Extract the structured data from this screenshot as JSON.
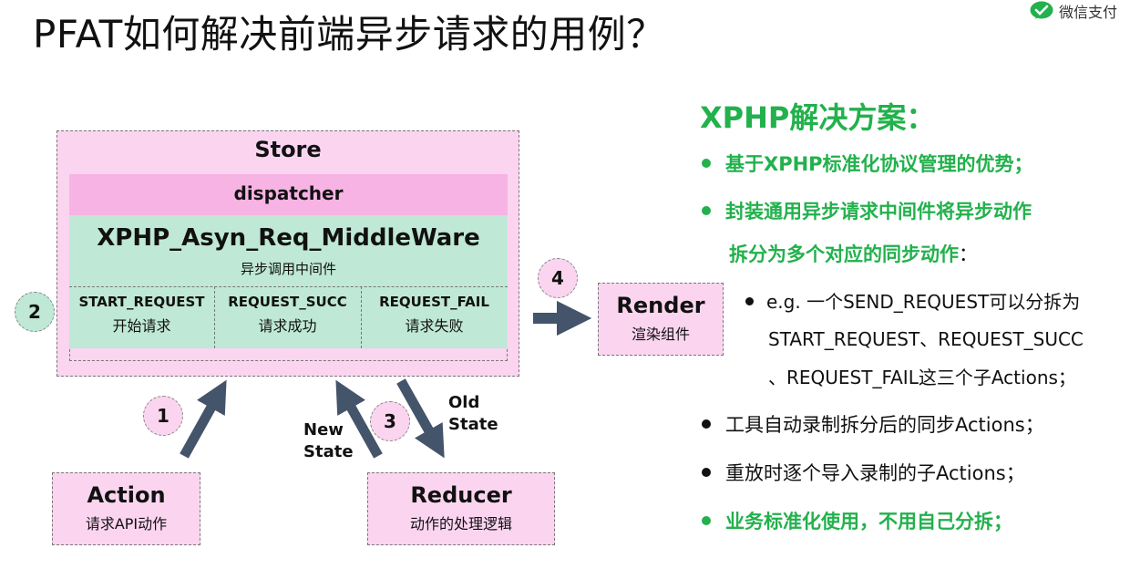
{
  "title": "PFAT如何解决前端异步请求的用例？",
  "brand": {
    "name": "微信支付"
  },
  "diagram": {
    "store": "Store",
    "dispatcher": "dispatcher",
    "middleware": {
      "title": "XPHP_Asyn_Req_MiddleWare",
      "subtitle": "异步调用中间件"
    },
    "actions": [
      {
        "en": "START_REQUEST",
        "zh": "开始请求"
      },
      {
        "en": "REQUEST_SUCC",
        "zh": "请求成功"
      },
      {
        "en": "REQUEST_FAIL",
        "zh": "请求失败"
      }
    ],
    "render": {
      "en": "Render",
      "zh": "渲染组件"
    },
    "action": {
      "en": "Action",
      "zh": "请求API动作"
    },
    "reducer": {
      "en": "Reducer",
      "zh": "动作的处理逻辑"
    },
    "steps": [
      "1",
      "2",
      "3",
      "4"
    ],
    "new_state": [
      "New",
      "State"
    ],
    "old_state": [
      "Old",
      "State"
    ]
  },
  "solution": {
    "title": "XPHP解决方案：",
    "b1": "基于XPHP标准化协议管理的优势；",
    "b2_line1": "封装通用异步请求中间件将异步动作",
    "b2_line2a": "拆分为多个对应的同步动作",
    "b2_line2b": "：",
    "sub_line1": "e.g. 一个SEND_REQUEST可以分拆为",
    "sub_line2": "START_REQUEST、REQUEST_SUCC",
    "sub_line3": "、REQUEST_FAIL这三个子Actions；",
    "b3": "工具自动录制拆分后的同步Actions；",
    "b4": "重放时逐个导入录制的子Actions；",
    "b5": "业务标准化使用，不用自己分拆；"
  },
  "colors": {
    "green": "#22b14c",
    "pink": "#fbd5f0",
    "pink_dark": "#f7b3e4",
    "mint": "#bfe8d6",
    "arrow": "#44546a"
  }
}
